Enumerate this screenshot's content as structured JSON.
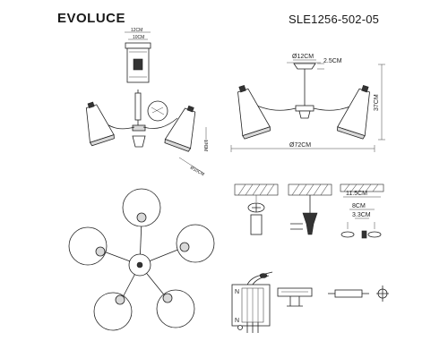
{
  "header": {
    "brand": "EVOLUCE",
    "model": "SLE1256-502-05"
  },
  "dimensions": {
    "canopy_diameter": "Ø12CM",
    "canopy_height": "2.5CM",
    "total_height": "37CM",
    "total_diameter": "Ø72CM",
    "shade_length": "17CM",
    "shade_diameter": "Ø10CM",
    "mount_spacing_max": "11.5CM",
    "mount_spacing_mid": "8CM",
    "mount_spacing_min": "3.3CM",
    "top_detail_outer": "12CM",
    "top_detail_inner": "10CM"
  },
  "wiring": {
    "terminal_top": "N",
    "terminal_bottom": "N"
  }
}
